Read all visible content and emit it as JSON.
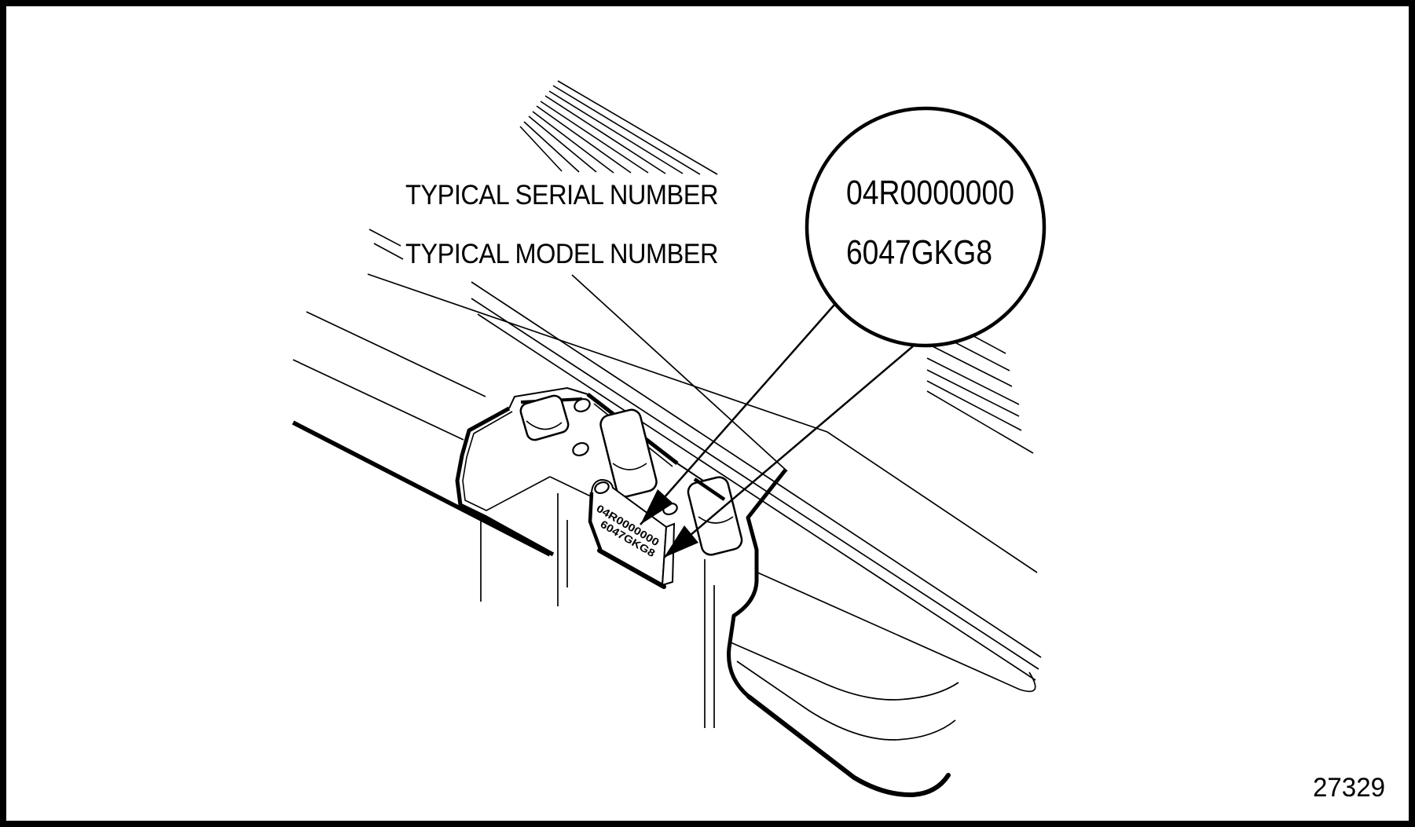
{
  "diagram": {
    "labels": {
      "serial": "TYPICAL SERIAL NUMBER",
      "model": "TYPICAL MODEL NUMBER"
    },
    "callout": {
      "serial_value": "04R0000000",
      "model_value": "6047GKG8"
    },
    "plate": {
      "serial_value": "04R0000000",
      "model_value": "6047GKG8"
    },
    "figure_number": "27329",
    "colors": {
      "ink": "#000000",
      "paper": "#ffffff"
    }
  }
}
